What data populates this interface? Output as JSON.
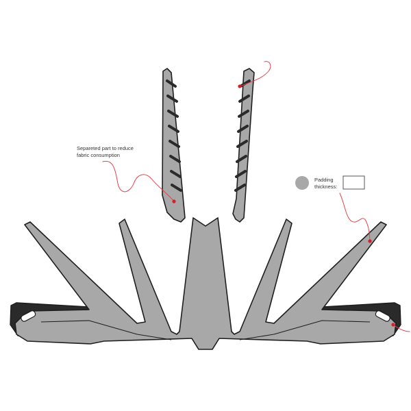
{
  "annotations": {
    "separated_part": {
      "line1": "Separeted part to reduce",
      "line2": "fabric consumption"
    },
    "padding_thickness": {
      "line1": "Padding",
      "line2": "thickness:"
    }
  },
  "colors": {
    "pad_fill": "#a8a8a8",
    "pad_edge": "#1e1e1e",
    "dark_pad": "#2a2a2a",
    "leader_line": "#e8404a",
    "marker": "#d4202a",
    "legend_circle": "#a8a8a8",
    "legend_box_stroke": "#555555"
  },
  "legend": {
    "circle_icon": "gray-circle-swatch",
    "box_icon": "empty-thickness-box"
  }
}
